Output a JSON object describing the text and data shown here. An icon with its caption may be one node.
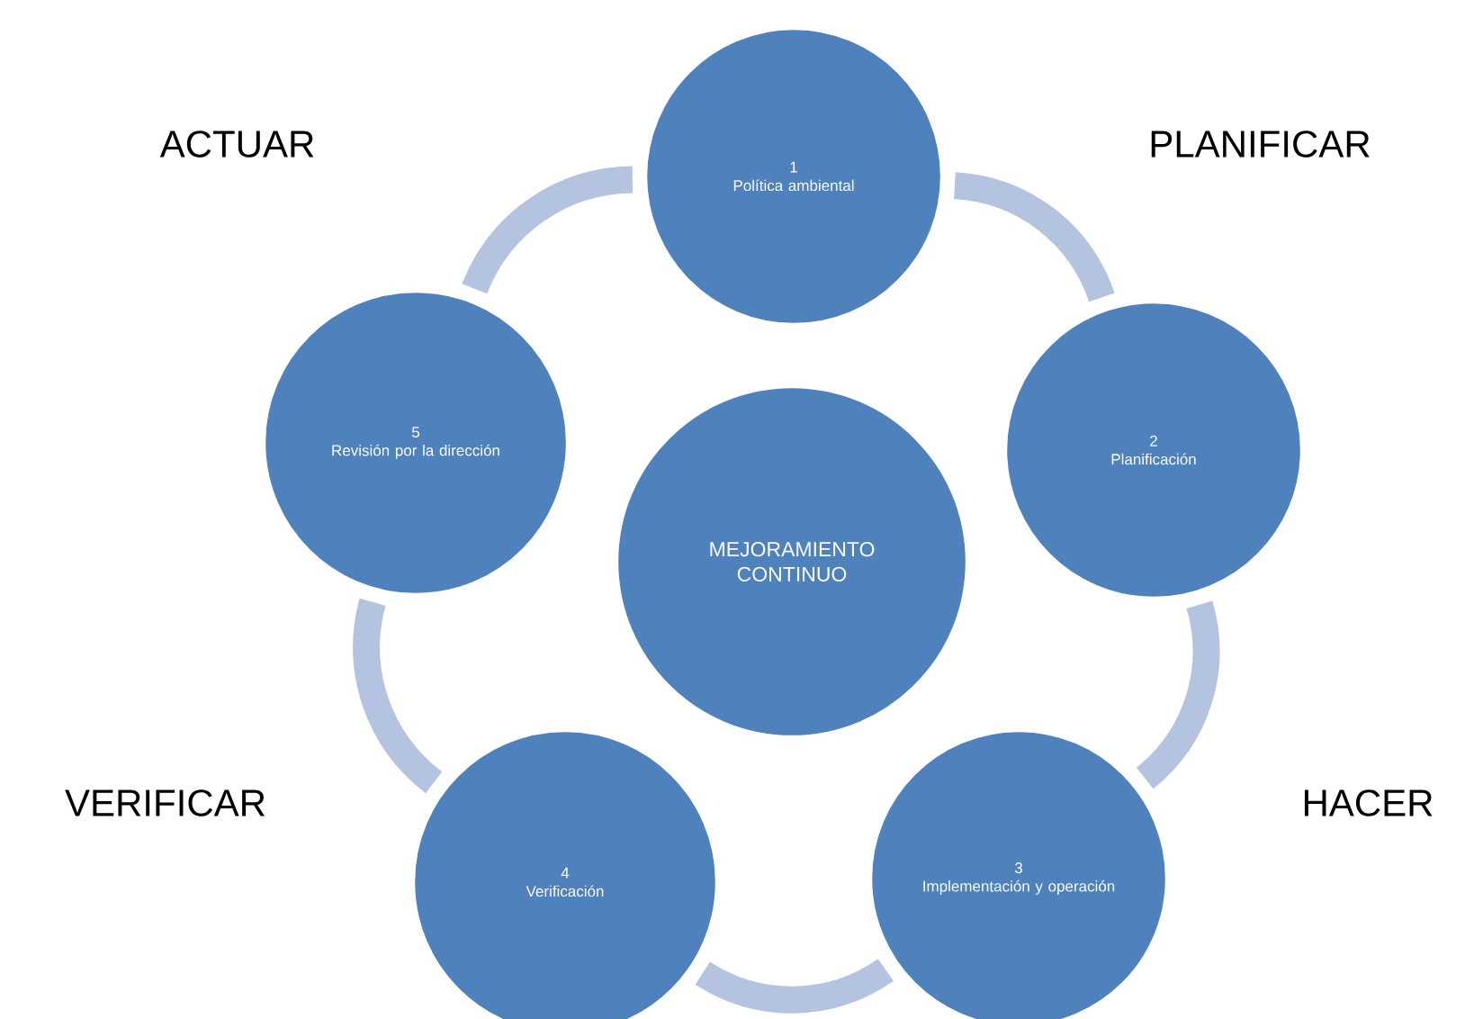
{
  "diagram": {
    "nodes": [
      {
        "text": [
          "1",
          "Política ambiental"
        ]
      },
      {
        "text": [
          "2",
          "Planificación"
        ]
      },
      {
        "text": [
          "3",
          "Implementación y operación"
        ]
      },
      {
        "text": [
          "4",
          "Verificación"
        ]
      },
      {
        "text": [
          "5",
          "Revisión por la dirección"
        ]
      },
      {
        "text": [
          "MEJORAMIENTO CONTINUO"
        ]
      }
    ],
    "edges": [
      {
        "from": 0,
        "to": 1,
        "arrow": "none"
      },
      {
        "from": 1,
        "to": 2,
        "arrow": "none"
      },
      {
        "from": 2,
        "to": 3,
        "arrow": "none"
      },
      {
        "from": 3,
        "to": 4,
        "arrow": "none"
      },
      {
        "from": 4,
        "to": 0,
        "arrow": "none"
      }
    ],
    "labels": [
      "ACTUAR",
      "PLANIFICAR",
      "VERIFICAR",
      "HACER"
    ]
  }
}
